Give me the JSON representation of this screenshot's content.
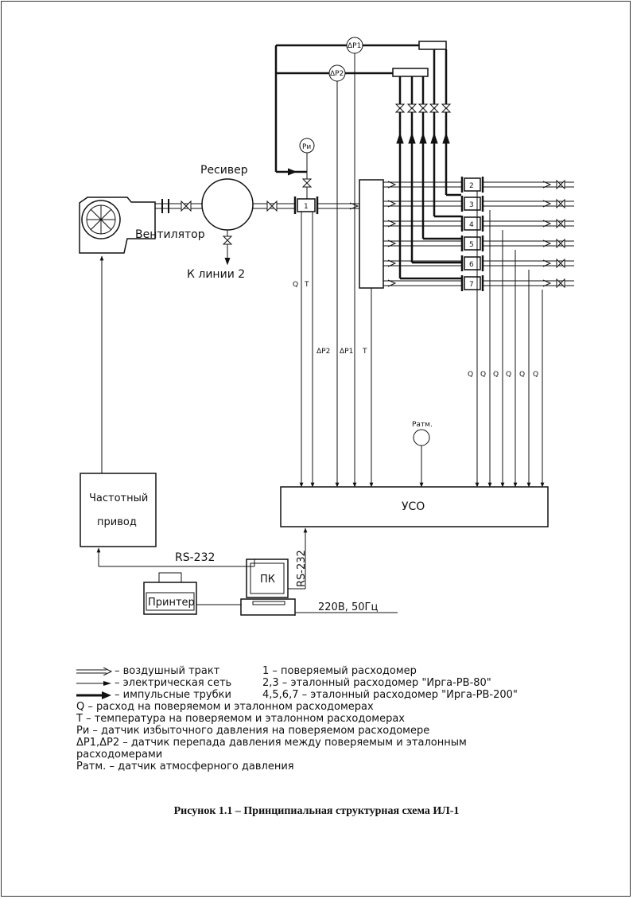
{
  "diagram": {
    "labels": {
      "receiver": "Ресивер",
      "fan": "Вентилятор",
      "to_line": "К линии 2",
      "pu": "Pи",
      "dp1": "ΔP1",
      "dp2": "ΔP2",
      "q": "Q",
      "t": "T",
      "patm": "Pатм.",
      "freq_line1": "Частотный",
      "freq_line2": "привод",
      "uso": "УСО",
      "pc": "ПК",
      "printer": "Принтер",
      "rs232_h": "RS-232",
      "rs232_v": "RS-232",
      "power": "220В, 50Гц"
    },
    "meter_numbers": [
      "1",
      "2",
      "3",
      "4",
      "5",
      "6",
      "7"
    ],
    "bottom_q_labels": [
      "Q",
      "Q",
      "Q",
      "Q",
      "Q",
      "Q"
    ],
    "mid_labels": [
      "ΔP2",
      "ΔP1",
      "T"
    ]
  },
  "legend": {
    "rows": [
      {
        "symbol": "air",
        "text": "– воздушный тракт",
        "num": "1 – поверяемый расходомер"
      },
      {
        "symbol": "elec",
        "text": "– электрическая сеть",
        "num": "2,3 – эталонный расходомер \"Ирга-РВ-80\""
      },
      {
        "symbol": "pulse",
        "text": "– импульсные трубки",
        "num": "4,5,6,7 – эталонный расходомер \"Ирга-РВ-200\""
      }
    ],
    "lines": [
      "Q – расход на поверяемом и эталонном расходомерах",
      "T – температура на поверяемом и эталонном расходомерах",
      "Pи – датчик избыточного давления на поверяемом расходомере",
      "ΔP1,ΔP2 – датчик перепада давления между поверяемым и эталонным",
      "расходомерами",
      "Pатм. – датчик атмосферного давления"
    ]
  },
  "caption": "Рисунок 1.1 – Принципиальная структурная схема ИЛ-1"
}
